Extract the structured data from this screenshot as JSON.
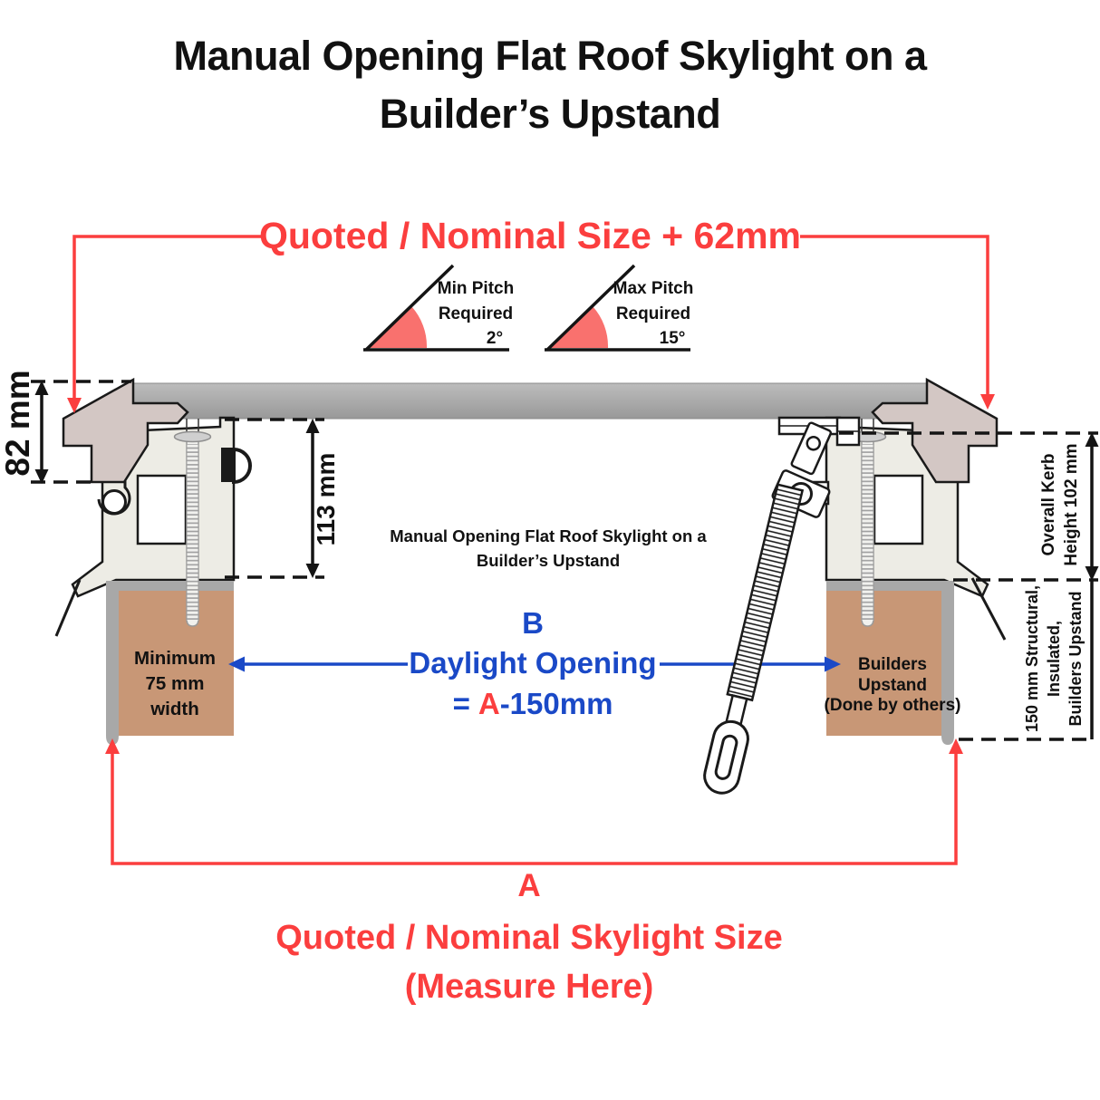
{
  "colors": {
    "red": "#fb3e3e",
    "salmon": "#f9716e",
    "blue": "#1a49c7",
    "tan": "#c89776",
    "gray_edge": "#a8a8a8",
    "cream": "#edece5",
    "taupe": "#d3c7c4",
    "glazing_light": "#bcbcbc",
    "glazing_dark": "#999999"
  },
  "title": {
    "line1": "Manual Opening Flat Roof Skylight on a",
    "line2": "Builder’s Upstand"
  },
  "top_dimension": {
    "label": "Quoted / Nominal Size + 62mm"
  },
  "pitch_min": {
    "line1": "Min Pitch",
    "line2": "Required",
    "value": "2°"
  },
  "pitch_max": {
    "line1": "Max Pitch",
    "line2": "Required",
    "value": "15°"
  },
  "dimensions": {
    "cap_height": "82 mm",
    "kerb_inner_height": "113 mm",
    "overall_kerb": {
      "line1": "Overall Kerb",
      "line2": "Height 102 mm"
    },
    "upstand_spec": {
      "line1": "150 mm Structural,",
      "line2": "Insulated,",
      "line3": "Builders Upstand"
    }
  },
  "center_label": {
    "line1": "Manual Opening Flat Roof Skylight on a",
    "line2": "Builder’s Upstand"
  },
  "daylight": {
    "letter": "B",
    "label": "Daylight Opening",
    "eq": "=",
    "a": "A",
    "rest": "-150mm"
  },
  "upstand_left": {
    "line1": "Minimum",
    "line2": "75 mm",
    "line3": "width"
  },
  "upstand_right": {
    "line1": "Builders",
    "line2": "Upstand",
    "line3": "(Done by others)"
  },
  "bottom_dimension": {
    "letter": "A",
    "line1": "Quoted / Nominal Skylight Size",
    "line2": "(Measure Here)"
  }
}
